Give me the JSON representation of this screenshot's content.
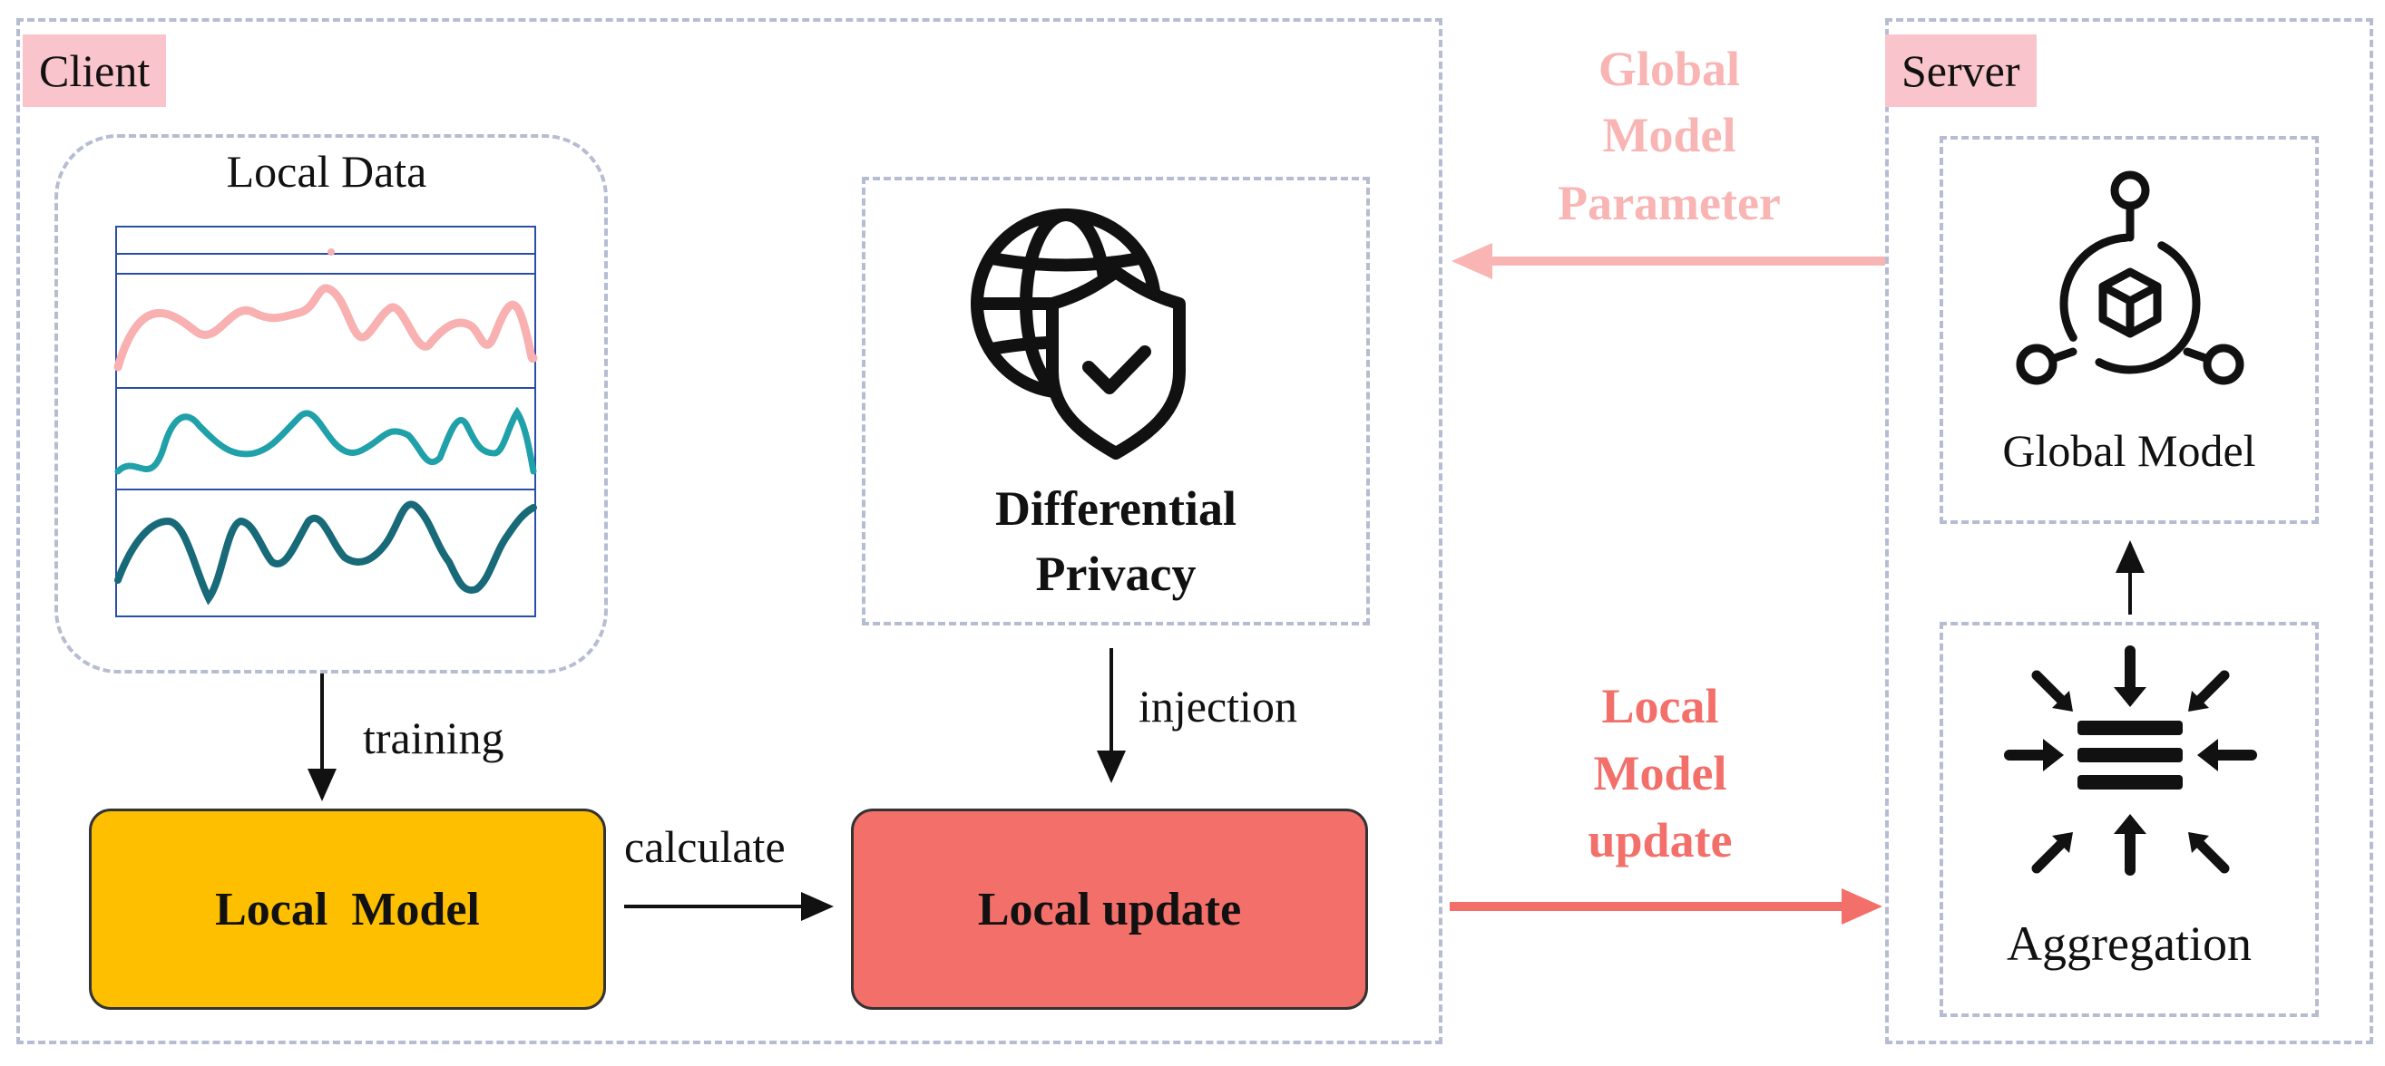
{
  "client": {
    "title": "Client",
    "local_data_label": "Local Data",
    "training_label": "training",
    "local_model_label": "Local  Model",
    "calculate_label": "calculate",
    "local_update_label": "Local update",
    "dp_label_line1": "Differential",
    "dp_label_line2": "Privacy",
    "injection_label": "injection"
  },
  "server": {
    "title": "Server",
    "global_model_label": "Global Model",
    "aggregation_label": "Aggregation"
  },
  "arrows": {
    "global_param_line1": "Global",
    "global_param_line2": "Model",
    "global_param_line3": "Parameter",
    "local_update_line1": "Local",
    "local_update_line2": "Model",
    "local_update_line3": "update"
  },
  "colors": {
    "local_model_fill": "#fdbf00",
    "local_update_fill": "#f36f6a",
    "global_arrow": "#f9b4b4",
    "update_arrow": "#f36f6a",
    "tag_fill": "#f9c4cb",
    "wave1": "#f8b0b0",
    "wave2": "#20a0a8",
    "wave3": "#186a78"
  }
}
